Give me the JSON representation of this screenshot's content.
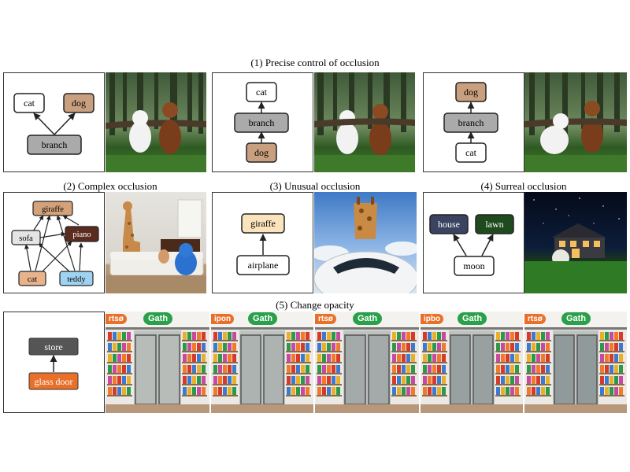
{
  "captions": {
    "c1": "(1) Precise control of occlusion",
    "c2": "(2) Complex occlusion",
    "c3": "(3) Unusual occlusion",
    "c4": "(4) Surreal occlusion",
    "c5": "(5) Change opacity"
  },
  "graphs": {
    "g1a": {
      "cat": "cat",
      "dog": "dog",
      "branch": "branch"
    },
    "g1b": {
      "cat": "cat",
      "branch": "branch",
      "dog": "dog"
    },
    "g1c": {
      "dog": "dog",
      "branch": "branch",
      "cat": "cat"
    },
    "g2": {
      "giraffe": "giraffe",
      "sofa": "sofa",
      "piano": "piano",
      "cat": "cat",
      "teddy": "teddy"
    },
    "g3": {
      "giraffe": "giraffe",
      "airplane": "airplane"
    },
    "g4": {
      "house": "house",
      "lawn": "lawn",
      "moon": "moon"
    },
    "g5": {
      "store": "store",
      "glass_door": "glass door"
    }
  },
  "store_signs": [
    {
      "left": "rtsø",
      "right": "Gath"
    },
    {
      "left": "ipon",
      "right": "Gath"
    },
    {
      "left": "rtsø",
      "right": "Gath"
    },
    {
      "left": "ipbo",
      "right": "Gath"
    },
    {
      "left": "rtsø",
      "right": "Gath"
    }
  ],
  "colors": {
    "white_node": "#ffffff",
    "gray_node": "#aaaaaa",
    "dog_node": "#c9a07f",
    "giraffe_node": "#d3a27a",
    "sofa_node": "#e4e4e4",
    "piano_node": "#5b2b1f",
    "cat_node": "#e8b28a",
    "teddy_node": "#9fd3f1",
    "giraffe3_node": "#fbe3bd",
    "house_node": "#3a4460",
    "lawn_node": "#1f4a1d",
    "store_node": "#555555",
    "glass_node": "#e8702a"
  }
}
